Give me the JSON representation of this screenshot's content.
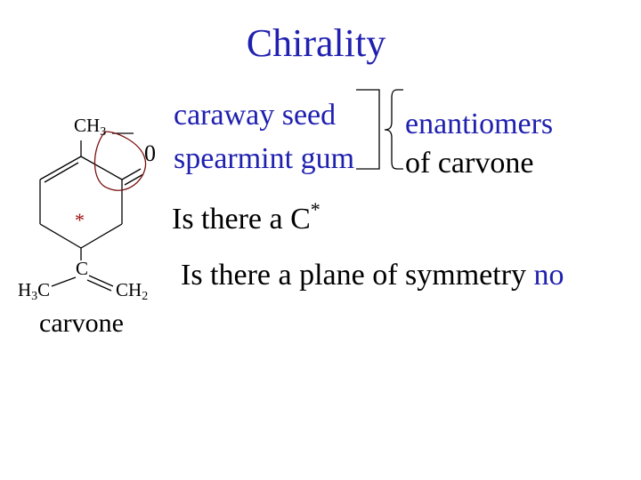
{
  "slide": {
    "title": "Chirality",
    "line_caraway": "caraway seed",
    "line_spearmint": "spearmint gum",
    "enantiomers_label": "enantiomers",
    "of_carvone_label": "of carvone",
    "question1_text": "Is there a C",
    "question1_sup": "*",
    "question2_text": "Is there a plane of symmetry ",
    "question2_answer": "no"
  },
  "molecule": {
    "name": "carvone",
    "ch3_main": "CH",
    "ch3_sub": "3",
    "oxygen": "0",
    "chiral_mark": "*",
    "carbon": "C",
    "h3c_h": "H",
    "h3c_sub": "3",
    "h3c_c": "C",
    "ch2_main": "CH",
    "ch2_sub": "2"
  },
  "colors": {
    "accent_blue": "#2020b0",
    "chiral_star": "#a01010"
  }
}
